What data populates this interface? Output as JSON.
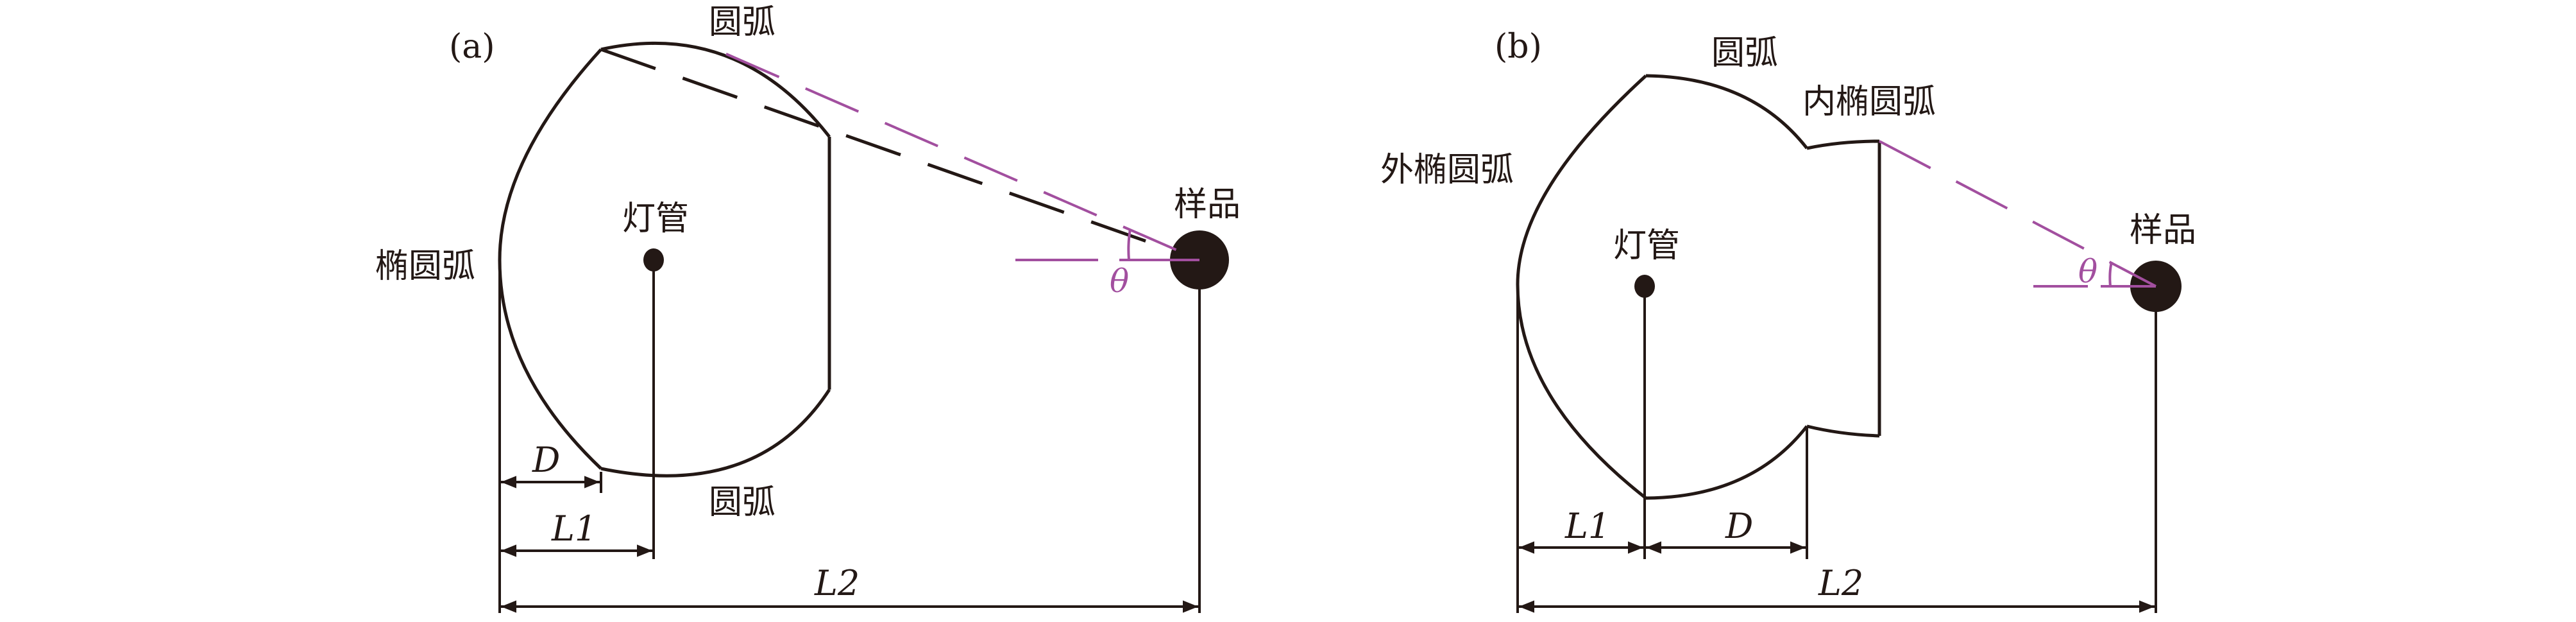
{
  "panel_a": {
    "tag": "(a)",
    "arc_top": "圆弧",
    "arc_bottom": "圆弧",
    "ellipse_arc": "椭圆弧",
    "lamp": "灯管",
    "sample": "样品",
    "theta": "θ",
    "dim_D": "D",
    "dim_L1": "L1",
    "dim_L2": "L2"
  },
  "panel_b": {
    "tag": "(b)",
    "arc_top": "圆弧",
    "outer_ellipse_arc": "外椭圆弧",
    "inner_ellipse_arc": "内椭圆弧",
    "lamp": "灯管",
    "sample": "样品",
    "theta": "θ",
    "dim_D": "D",
    "dim_L1": "L1",
    "dim_L2": "L2"
  },
  "colors": {
    "line": "#231815",
    "angle": "#a24f9f"
  }
}
